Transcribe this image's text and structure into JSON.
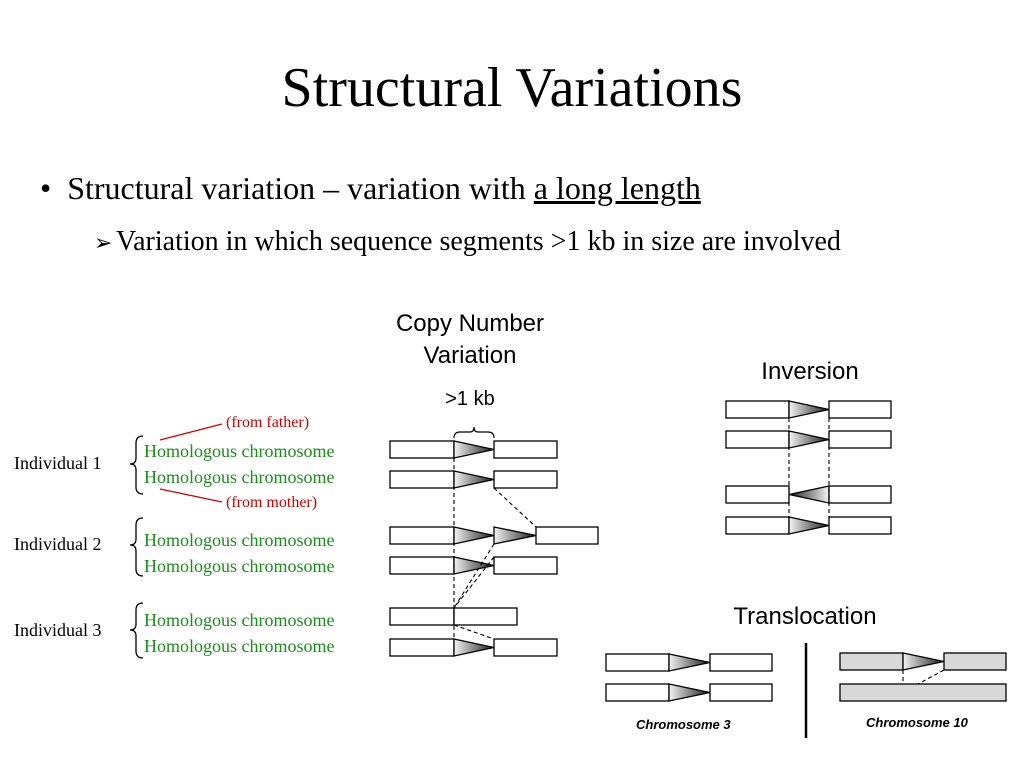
{
  "title": "Structural Variations",
  "bullet1": {
    "prefix": "Structural variation ",
    "dash": "–",
    "middle": " variation with ",
    "underlined": "a long length"
  },
  "bullet2": {
    "text": "Variation in which sequence segments >1 kb in size are involved"
  },
  "cnv": {
    "title": "Copy Number Variation",
    "size_label": ">1 kb",
    "from_father": "(from father)",
    "from_mother": "(from mother)",
    "individuals": [
      {
        "label": "Individual 1",
        "chromosomes": [
          "Homologous chromosome",
          "Homologous chromosome"
        ]
      },
      {
        "label": "Individual 2",
        "chromosomes": [
          "Homologous chromosome",
          "Homologous chromosome"
        ]
      },
      {
        "label": "Individual 3",
        "chromosomes": [
          "Homologous chromosome",
          "Homologous chromosome"
        ]
      }
    ]
  },
  "inversion": {
    "title": "Inversion"
  },
  "translocation": {
    "title": "Translocation",
    "left_label": "Chromosome 3",
    "right_label": "Chromosome 10"
  },
  "colors": {
    "homologous_text": "#1a8f1a",
    "parent_text": "#cc0000",
    "segment_fill_dark": "#333333",
    "translocation_chr10_fill": "#d9d9d9"
  }
}
